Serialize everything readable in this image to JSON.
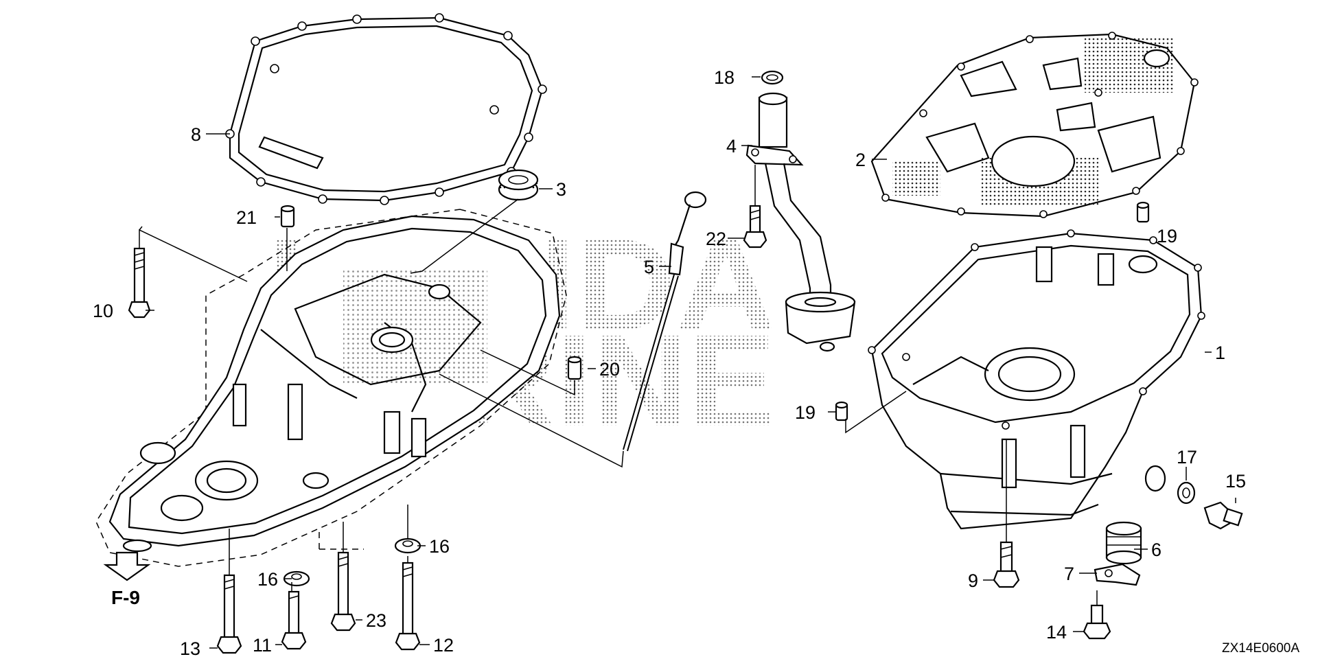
{
  "diagram_code": "ZX14E0600A",
  "reference": {
    "label": "F-9",
    "icon": "arrow-down-icon"
  },
  "watermark": {
    "line1": "HONDA",
    "line2": "MARINE"
  },
  "callouts": [
    {
      "id": "1",
      "text": "1"
    },
    {
      "id": "2",
      "text": "2"
    },
    {
      "id": "3",
      "text": "3"
    },
    {
      "id": "4",
      "text": "4"
    },
    {
      "id": "5",
      "text": "5"
    },
    {
      "id": "6",
      "text": "6"
    },
    {
      "id": "7",
      "text": "7"
    },
    {
      "id": "8",
      "text": "8"
    },
    {
      "id": "9",
      "text": "9"
    },
    {
      "id": "10",
      "text": "10"
    },
    {
      "id": "11",
      "text": "11"
    },
    {
      "id": "12",
      "text": "12"
    },
    {
      "id": "13",
      "text": "13"
    },
    {
      "id": "14",
      "text": "14"
    },
    {
      "id": "15",
      "text": "15"
    },
    {
      "id": "16a",
      "text": "16"
    },
    {
      "id": "16b",
      "text": "16"
    },
    {
      "id": "17",
      "text": "17"
    },
    {
      "id": "18",
      "text": "18"
    },
    {
      "id": "19a",
      "text": "19"
    },
    {
      "id": "19b",
      "text": "19"
    },
    {
      "id": "20",
      "text": "20"
    },
    {
      "id": "21",
      "text": "21"
    },
    {
      "id": "22",
      "text": "22"
    },
    {
      "id": "23",
      "text": "23"
    }
  ]
}
